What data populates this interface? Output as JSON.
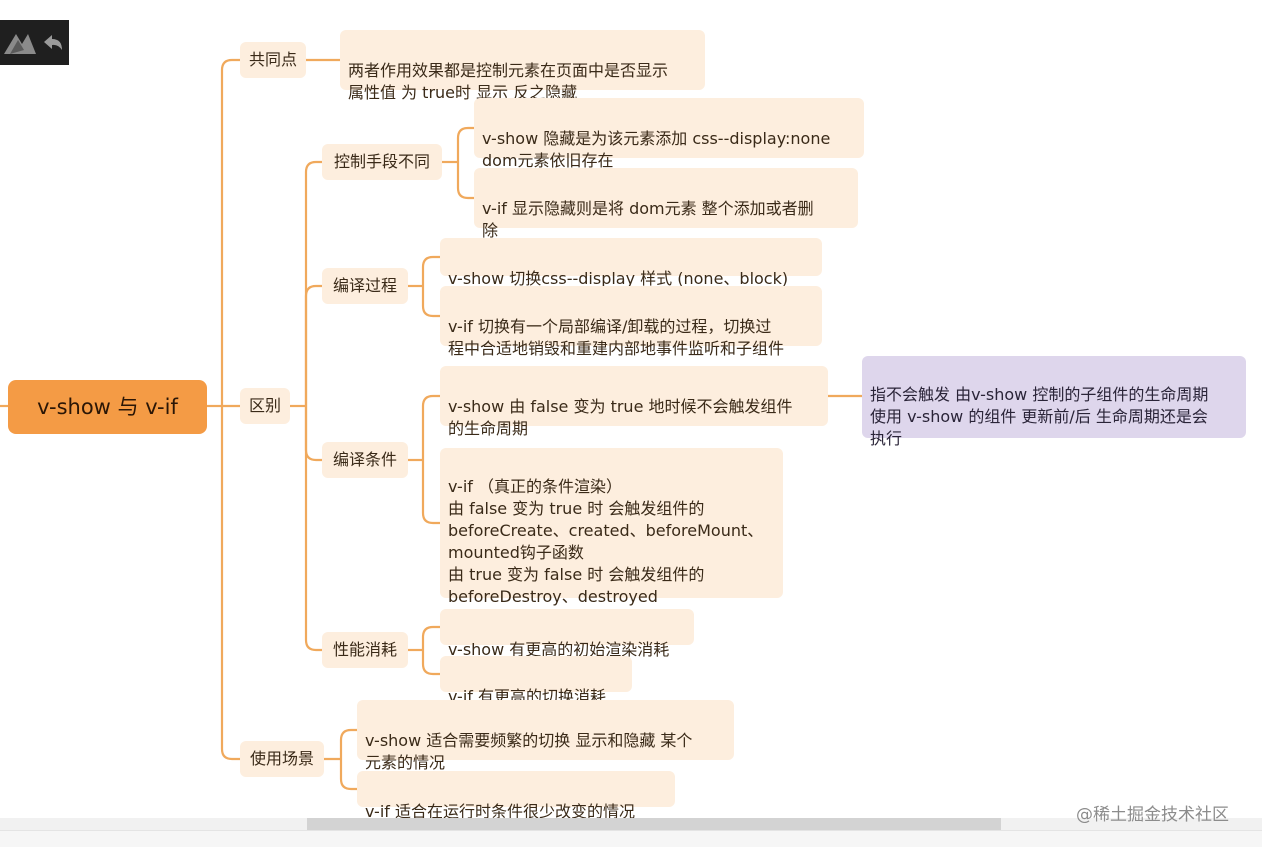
{
  "toolbar": {
    "icons": [
      "logo-icon",
      "undo-icon"
    ]
  },
  "mindmap": {
    "root": "v-show 与 v-if",
    "branches": {
      "common": {
        "label": "共同点",
        "leaf": "两者作用效果都是控制元素在页面中是否显示\n属性值 为 true时 显示 反之隐藏"
      },
      "diff": {
        "label": "区别",
        "control": {
          "label": "控制手段不同",
          "vshow": "v-show 隐藏是为该元素添加 css--display:none\n               dom元素依旧存在",
          "vif": "v-if  显示隐藏则是将 dom元素 整个添加或者删\n除"
        },
        "compile": {
          "label": "编译过程",
          "vshow": "v-show  切换css--display 样式 (none、block)",
          "vif": "v-if  切换有一个局部编译/卸载的过程，切换过\n程中合适地销毁和重建内部地事件监听和子组件"
        },
        "condition": {
          "label": "编译条件",
          "vshow": "v-show  由 false 变为 true 地时候不会触发组件\n的生命周期",
          "vshow_note": "指不会触发 由v-show 控制的子组件的生命周期\n使用 v-show 的组件 更新前/后 生命周期还是会\n执行",
          "vif": "v-if  （真正的条件渲染）\n       由 false 变为 true 时 会触发组件的\nbeforeCreate、created、beforeMount、\nmounted钩子函数\n       由 true 变为 false 时 会触发组件的\nbeforeDestroy、destroyed"
        },
        "perf": {
          "label": "性能消耗",
          "vshow": "v-show 有更高的初始渲染消耗",
          "vif": "v-if 有更高的切换消耗"
        }
      },
      "usage": {
        "label": "使用场景",
        "vshow": "v-show  适合需要频繁的切换 显示和隐藏 某个\n元素的情况",
        "vif": "v-if  适合在运行时条件很少改变的情况"
      }
    }
  },
  "watermark": "@稀土掘金技术社区",
  "colors": {
    "root": "#f49b45",
    "node": "#fdeede",
    "note": "#ded6ec",
    "connector": "#f0a95c"
  }
}
